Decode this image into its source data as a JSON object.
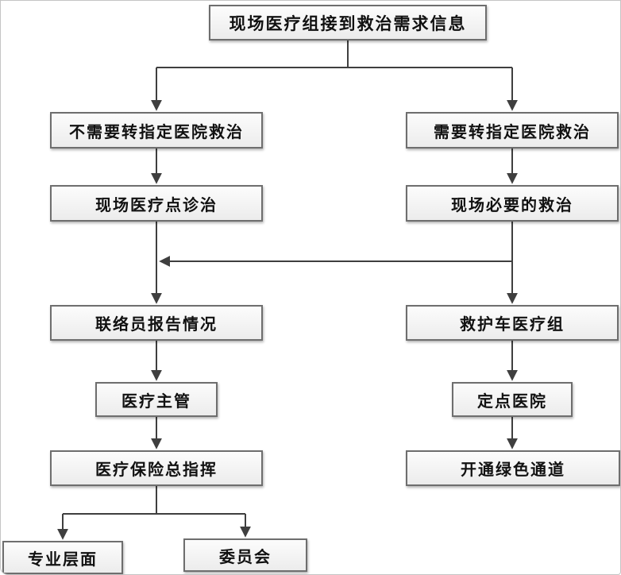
{
  "colors": {
    "background": "#ffffff",
    "box-fill-top": "#fcfcfc",
    "box-fill-bottom": "#ececec",
    "box-border": "#6e6e6e",
    "line": "#3f3f3f",
    "text": "#111111"
  },
  "nodes": {
    "root": {
      "label": "现场医疗组接到救治需求信息"
    },
    "no_transfer": {
      "label": "不需要转指定医院救治"
    },
    "need_transfer": {
      "label": "需要转指定医院救治"
    },
    "onsite_treatment": {
      "label": "现场医疗点诊治"
    },
    "necessary_rescue": {
      "label": "现场必要的救治"
    },
    "liaison_report": {
      "label": "联络员报告情况"
    },
    "ambulance_team": {
      "label": "救护车医疗组"
    },
    "medical_director": {
      "label": "医疗主管"
    },
    "designated_hospital": {
      "label": "定点医院"
    },
    "insurance_chief": {
      "label": "医疗保险总指挥"
    },
    "green_channel": {
      "label": "开通绿色通道"
    },
    "professional_level": {
      "label": "专业层面"
    },
    "committee": {
      "label": "委员会"
    }
  }
}
